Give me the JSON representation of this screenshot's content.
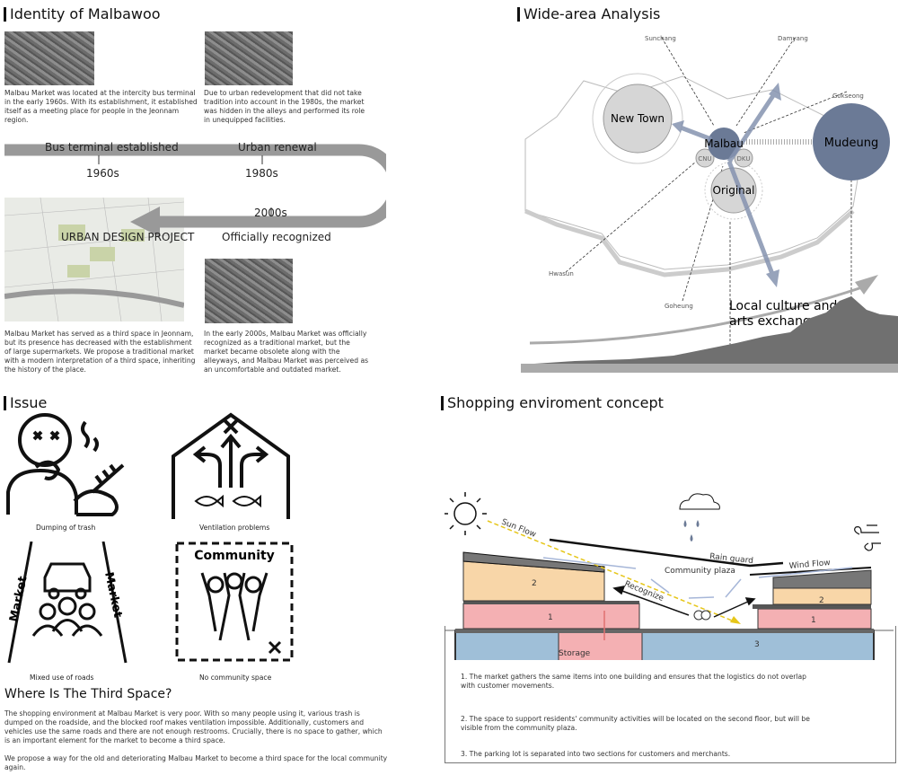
{
  "identity": {
    "title": "Identity of Malbawoo",
    "text_1960": "Malbau Market was located at the intercity bus terminal in the early 1960s. With its establishment, it established itself as a meeting place for people in the Jeonnam region.",
    "text_1980": "Due to urban redevelopment that did not take tradition into account in the 1980s, the market was hidden in the alleys and performed its role in unequipped facilities.",
    "text_urban": "Malbau Market has served as a third space in Jeonnam, but its presence has decreased with the establishment of large supermarkets. We propose a traditional market with a modern interpretation of a third space, inheriting the history of the place.",
    "text_2000": "In the early 2000s, Malbau Market was officially recognized as a traditional market, but the market became obsolete along with the alleyways, and Malbau Market was perceived as an uncomfortable and outdated market.",
    "timeline": {
      "event_1960": "Bus terminal established",
      "year_1960": "1960s",
      "event_1980": "Urban renewal",
      "year_1980": "1980s",
      "year_2000": "2000s",
      "event_2000": "Officially recognized",
      "project": "URBAN DESIGN PROJECT"
    }
  },
  "issue": {
    "title": "Issue",
    "items": [
      "Dumping of trash",
      "Ventilation problems",
      "Mixed use of roads",
      "No community space"
    ],
    "road_label": "Market",
    "community_label": "Community",
    "third_space_title": "Where Is The Third Space?",
    "paragraph_1": "The shopping environment at Malbau Market is very poor. With so many people using it, various trash is dumped on the roadside, and the blocked roof makes ventilation impossible. Additionally, customers and vehicles use the same roads and there are not enough restrooms. Crucially, there is no space to gather, which is an important element for the market to become a third space.",
    "paragraph_2": "We propose a way for the old and deteriorating Malbau Market to become a third space for the local community again."
  },
  "wide_area": {
    "title": "Wide-area Analysis",
    "places": {
      "sunchang": "Sunchang",
      "damyang": "Damyang",
      "gokseong": "Gokseong",
      "hwasun": "Hwasun",
      "goheung": "Goheung"
    },
    "nodes": {
      "new_town": "New Town",
      "malbau": "Malbau",
      "cnu": "CNU",
      "dku": "DKU",
      "original": "Original",
      "mudeung": "Mudeung"
    },
    "axis_line1": "Local culture and",
    "axis_line2": "arts exchange axis",
    "colors": {
      "accent": "#6b7a96",
      "node": "#d6d6d6"
    }
  },
  "concept": {
    "title": "Shopping enviroment concept",
    "labels": {
      "sun_flow": "Sun Flow",
      "rain_guard": "Rain guard",
      "community_plaza": "Community plaza",
      "wind_flow": "Wind Flow",
      "recognize": "Recognize",
      "storage": "Storage",
      "floor_2": "2",
      "floor_1": "1",
      "parking": "3"
    },
    "notes": [
      "1. The market gathers the same items into one building and ensures that the logistics do not overlap with customer movements.",
      "2. The space to support residents' community activities will be located on the second floor, but will be visible from the community plaza.",
      "3. The parking lot is separated into two sections for customers and merchants."
    ],
    "colors": {
      "floor1": "#f4b0b3",
      "floor2": "#f8d6a8",
      "parking": "#9fbfd8",
      "flow": "#a6b6d8",
      "sun": "#e6c619"
    }
  }
}
